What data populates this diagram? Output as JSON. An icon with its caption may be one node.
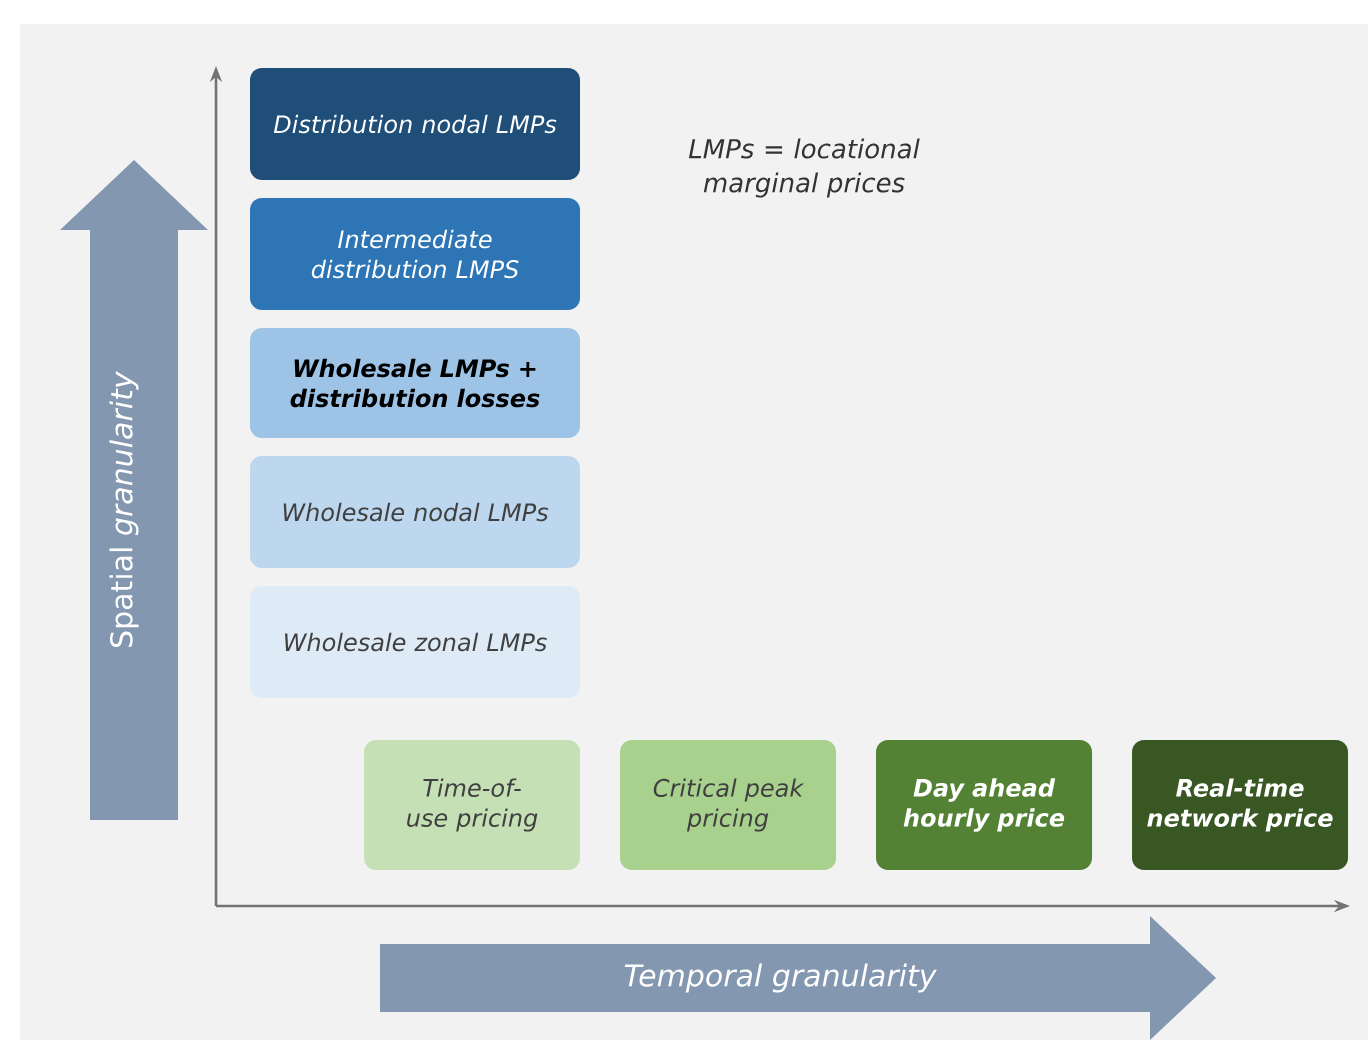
{
  "diagram": {
    "nodes": [
      {
        "text": [
          "Distribution nodal LMPs"
        ]
      },
      {
        "text": [
          "Intermediate distribution LMPS"
        ]
      },
      {
        "text": [
          "Wholesale LMPs + distribution losses"
        ]
      },
      {
        "text": [
          "Wholesale nodal LMPs"
        ]
      },
      {
        "text": [
          "Wholesale zonal LMPs"
        ]
      },
      {
        "text": [
          "Time-of-use pricing"
        ]
      },
      {
        "text": [
          "Critical peak pricing"
        ]
      },
      {
        "text": [
          "Day ahead hourly price"
        ]
      },
      {
        "text": [
          "Real-time network price"
        ]
      }
    ],
    "labels": [
      "LMPs = locational marginal prices",
      "Spatial *granularity*",
      "Temporal granularity"
    ]
  }
}
